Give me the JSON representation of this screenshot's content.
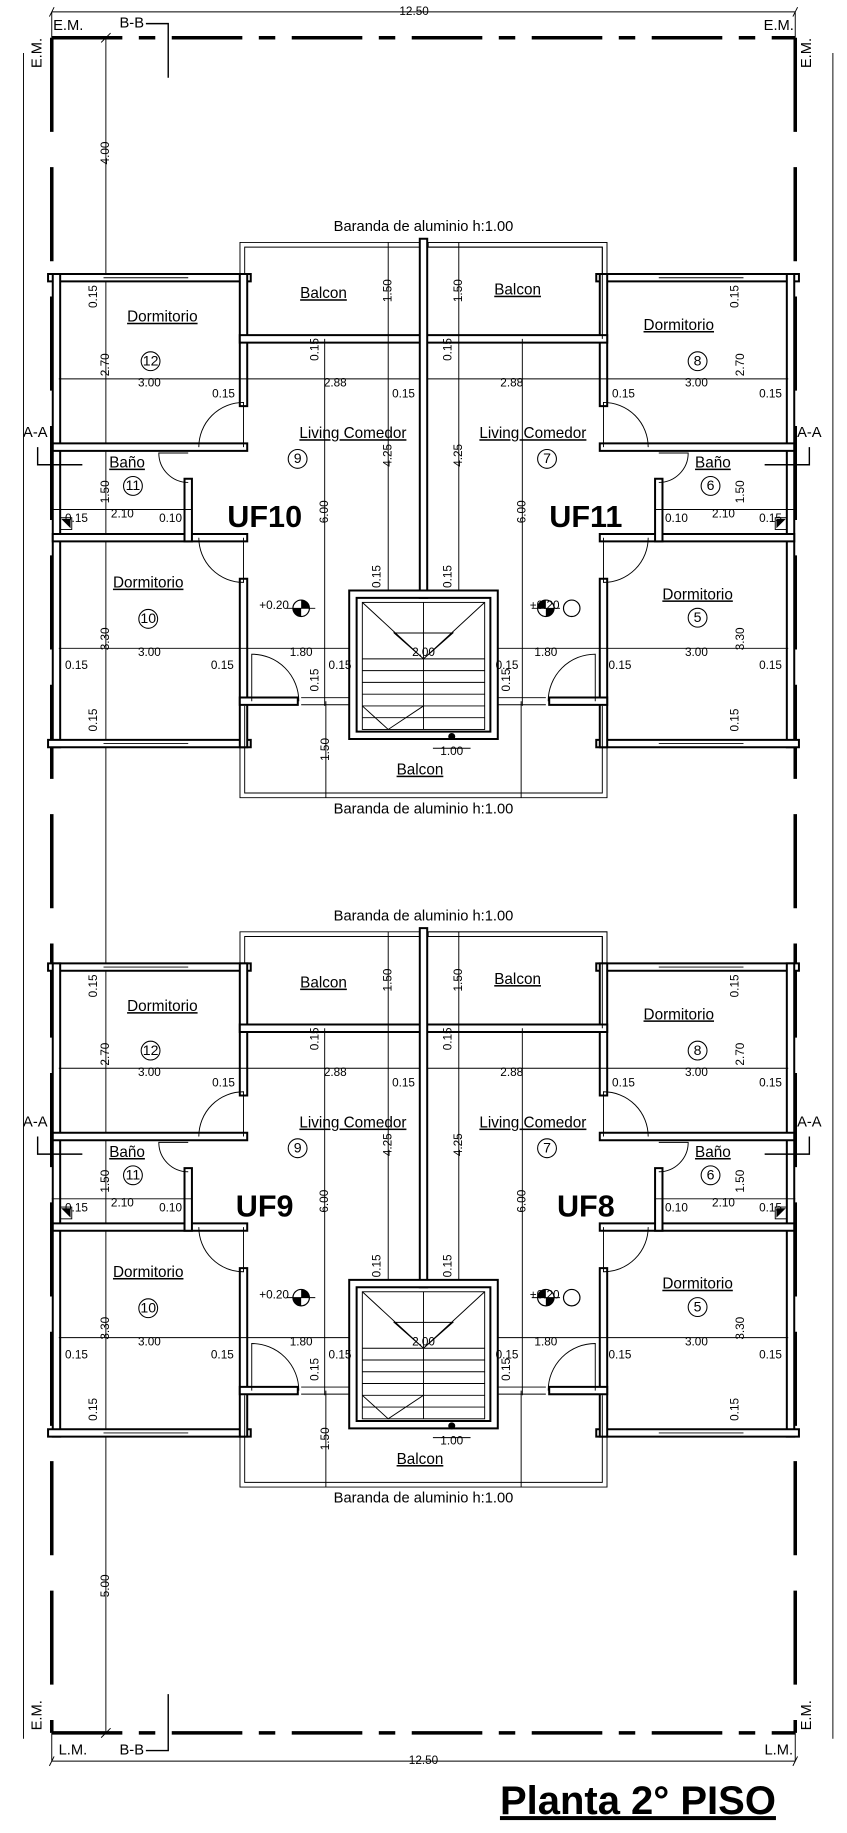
{
  "title": "Planta 2° PISO",
  "overall_width": "12.50",
  "boundary_labels": {
    "em": "E.M.",
    "lm": "L.M.",
    "section_bb": "B-B",
    "section_aa": "A-A"
  },
  "setbacks": {
    "front": "4.00",
    "back": "5.00"
  },
  "railing_note": "Baranda de aluminio h:1.00",
  "level_mark": "+0.20",
  "blocks": [
    {
      "left_unit": "UF10",
      "right_unit": "UF11"
    },
    {
      "left_unit": "UF9",
      "right_unit": "UF8"
    }
  ],
  "rooms": {
    "left": [
      {
        "name": "Balcon"
      },
      {
        "name": "Dormitorio",
        "number": "12"
      },
      {
        "name": "Living Comedor",
        "number": "9"
      },
      {
        "name": "Baño",
        "number": "11"
      },
      {
        "name": "Dormitorio",
        "number": "10"
      }
    ],
    "right": [
      {
        "name": "Balcon"
      },
      {
        "name": "Dormitorio",
        "number": "8"
      },
      {
        "name": "Living Comedor",
        "number": "7"
      },
      {
        "name": "Baño",
        "number": "6"
      },
      {
        "name": "Dormitorio",
        "number": "5"
      }
    ],
    "shared_balcony": "Balcon"
  },
  "dimensions": {
    "left": [
      "1.50",
      "0.15",
      "2.70",
      "3.00",
      "0.15",
      "0.15",
      "2.88",
      "0.15",
      "4.25",
      "6.00",
      "1.50",
      "2.10",
      "0.15",
      "0.10",
      "0.15",
      "3.30",
      "3.00",
      "0.15",
      "0.15",
      "1.80",
      "0.15",
      "0.15",
      "1.50",
      "0.15"
    ],
    "right": [
      "1.50",
      "0.15",
      "2.70",
      "3.00",
      "0.15",
      "0.15",
      "2.88",
      "0.15",
      "4.25",
      "6.00",
      "1.50",
      "2.10",
      "0.15",
      "0.10",
      "0.15",
      "3.30",
      "3.00",
      "0.15",
      "0.15",
      "1.80",
      "0.15",
      "0.15",
      "0.15"
    ],
    "stair_width": "2.00",
    "stair_landing": "1.00"
  }
}
